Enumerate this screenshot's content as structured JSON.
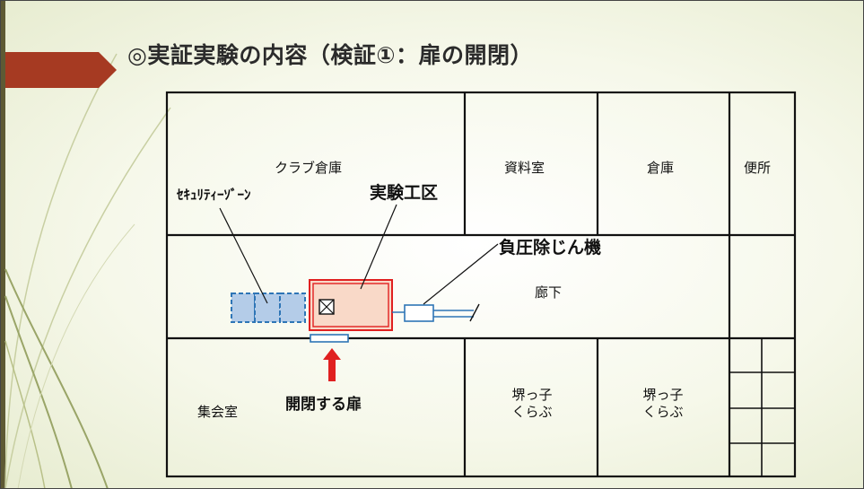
{
  "slide": {
    "title": "◎実証実験の内容（検証①：扉の開閉）"
  },
  "rooms": {
    "club_storage": "クラブ倉庫",
    "archive_room": "資料室",
    "storage": "倉庫",
    "restroom": "便所",
    "corridor": "廊下",
    "meeting_room": "集会室",
    "sakaikko_1_line1": "堺っ子",
    "sakaikko_1_line2": "くらぶ",
    "sakaikko_2_line1": "堺っ子",
    "sakaikko_2_line2": "くらぶ"
  },
  "annotations": {
    "security_zone": "ｾｷｭﾘﾃｨｰｿﾞｰﾝ",
    "work_zone": "実験工区",
    "negative_pressure_unit": "負圧除じん機",
    "door_open_close": "開閉する扉"
  },
  "colors": {
    "wall": "#111111",
    "work_zone_border": "#e02020",
    "work_zone_fill": "#f9d9c8",
    "security_zone_border": "#2e75b6",
    "security_zone_fill": "#b4cce8",
    "door_arrow": "#e02020",
    "title_arrow": "#a63a22"
  },
  "icons": {
    "fan_box": "boxed-x-icon",
    "door_arrow": "up-arrow-icon"
  }
}
